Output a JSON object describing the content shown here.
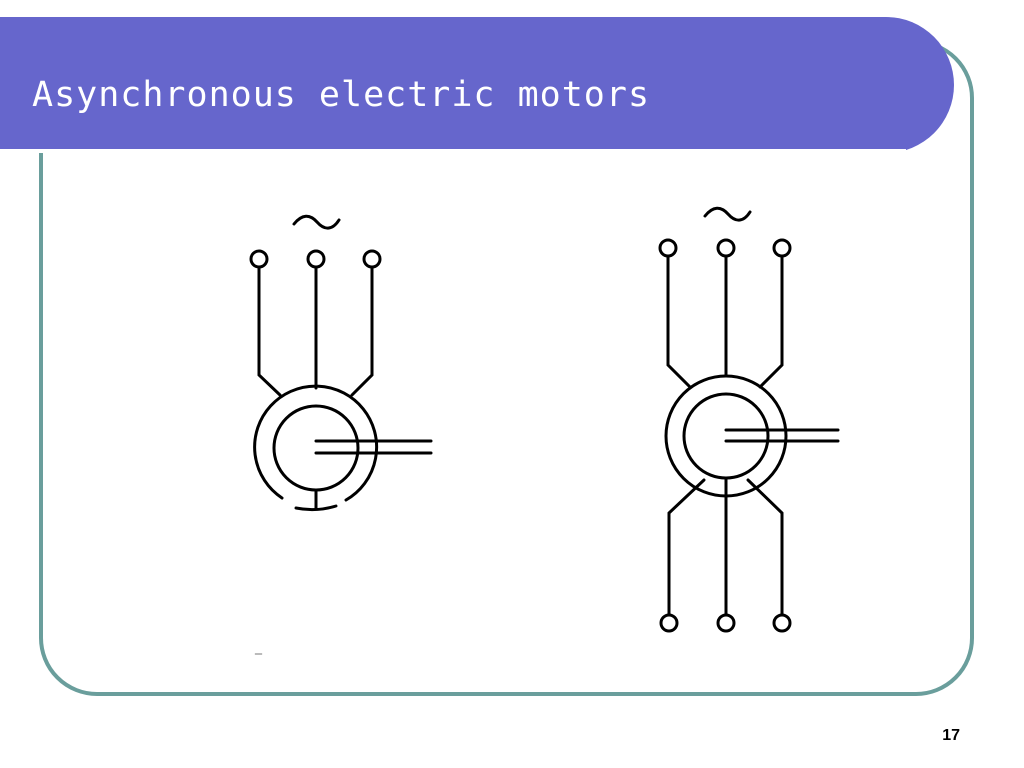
{
  "slide": {
    "title": "Asynchronous electric motors",
    "page_number": "17",
    "stray_mark": "_"
  },
  "diagram": {
    "motors": [
      {
        "name": "motor-single-terminal-set",
        "supply_symbol": "~",
        "top_terminals": 3,
        "bottom_terminals": 0
      },
      {
        "name": "motor-double-terminal-set",
        "supply_symbol": "~",
        "top_terminals": 3,
        "bottom_terminals": 3
      }
    ]
  },
  "colors": {
    "title_bar": "#6666cc",
    "frame_border": "#6a9e9c",
    "title_text": "#ffffff",
    "line": "#000000"
  }
}
